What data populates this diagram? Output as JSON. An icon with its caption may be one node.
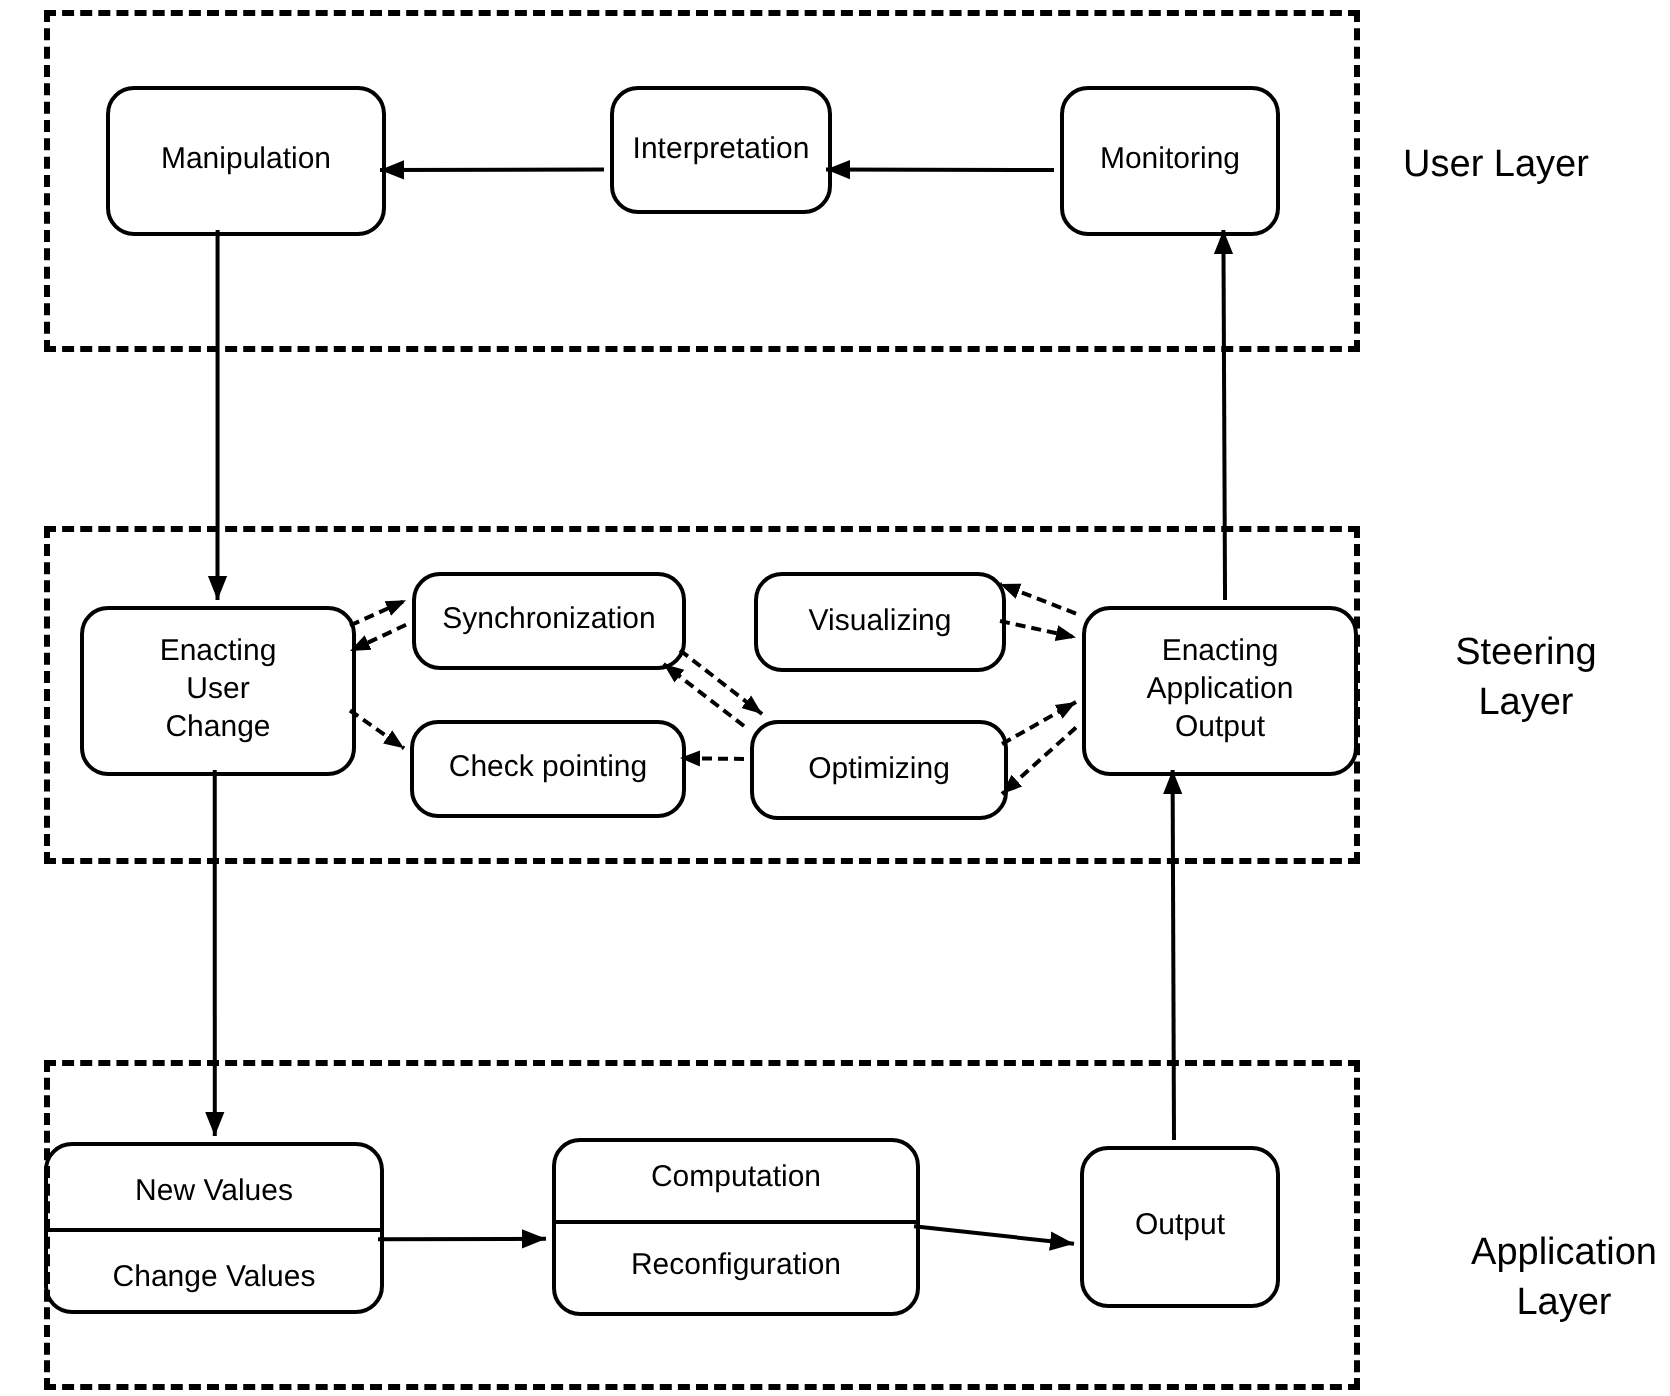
{
  "diagram": {
    "nodes": [
      {
        "text": [
          "User Layer"
        ]
      },
      {
        "text": [
          "Manipulation"
        ],
        "in": 0
      },
      {
        "text": [
          "Interpretation"
        ],
        "in": 0
      },
      {
        "text": [
          "Monitoring"
        ],
        "in": 0
      },
      {
        "text": [
          "Steering Layer"
        ]
      },
      {
        "text": [
          "Enacting User Change"
        ],
        "in": 4
      },
      {
        "text": [
          "Synchronization"
        ],
        "in": 4
      },
      {
        "text": [
          "Check pointing"
        ],
        "in": 4
      },
      {
        "text": [
          "Visualizing"
        ],
        "in": 4
      },
      {
        "text": [
          "Optimizing"
        ],
        "in": 4
      },
      {
        "text": [
          "Enacting Application Output"
        ],
        "in": 4
      },
      {
        "text": [
          "Application Layer"
        ]
      },
      {
        "text": [
          "New Values",
          "Change Values"
        ],
        "in": 11
      },
      {
        "text": [
          "Computation",
          "Reconfiguration"
        ],
        "in": 11
      },
      {
        "text": [
          "Output"
        ],
        "in": 11
      }
    ],
    "edges": [
      {
        "from": 3,
        "to": 2,
        "arrow": "to"
      },
      {
        "from": 2,
        "to": 1,
        "arrow": "to"
      },
      {
        "from": 1,
        "to": 5,
        "arrow": "to"
      },
      {
        "from": 5,
        "to": 12,
        "arrow": "to"
      },
      {
        "from": 12,
        "to": 13,
        "arrow": "to"
      },
      {
        "from": 13,
        "to": 14,
        "arrow": "to"
      },
      {
        "from": 14,
        "to": 10,
        "arrow": "to"
      },
      {
        "from": 10,
        "to": 3,
        "arrow": "to"
      },
      {
        "from": 5,
        "to": 6,
        "arrow": "to",
        "style": "dashed"
      },
      {
        "from": 6,
        "to": 5,
        "arrow": "to",
        "style": "dashed"
      },
      {
        "from": 5,
        "to": 7,
        "arrow": "to",
        "style": "dashed"
      },
      {
        "from": 6,
        "to": 9,
        "arrow": "to",
        "style": "dashed"
      },
      {
        "from": 9,
        "to": 6,
        "arrow": "to",
        "style": "dashed"
      },
      {
        "from": 9,
        "to": 7,
        "arrow": "to",
        "style": "dashed"
      },
      {
        "from": 10,
        "to": 8,
        "arrow": "to",
        "style": "dashed"
      },
      {
        "from": 8,
        "to": 10,
        "arrow": "to",
        "style": "dashed"
      },
      {
        "from": 9,
        "to": 10,
        "arrow": "to",
        "style": "dashed"
      },
      {
        "from": 10,
        "to": 9,
        "arrow": "to",
        "style": "dashed"
      }
    ]
  }
}
